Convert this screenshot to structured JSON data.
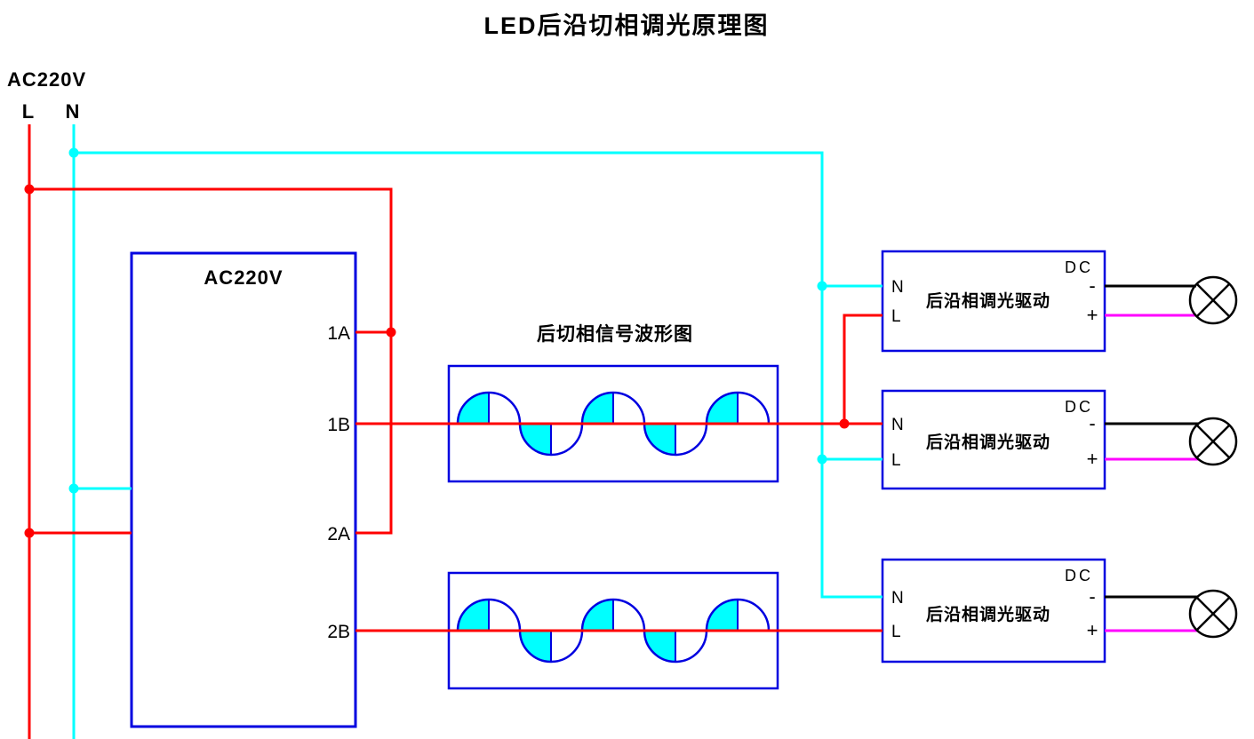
{
  "title": "LED后沿切相调光原理图",
  "source": {
    "label": "AC220V",
    "live": "L",
    "neutral": "N"
  },
  "dimmer": {
    "label": "AC220V",
    "terminals": [
      "1A",
      "1B",
      "2A",
      "2B"
    ]
  },
  "waveform": {
    "title": "后切相信号波形图"
  },
  "drivers": [
    {
      "dc": "DC",
      "n": "N",
      "l": "L",
      "label": "后沿相调光驱动",
      "minus": "-",
      "plus": "+"
    },
    {
      "dc": "DC",
      "n": "N",
      "l": "L",
      "label": "后沿相调光驱动",
      "minus": "-",
      "plus": "+"
    },
    {
      "dc": "DC",
      "n": "N",
      "l": "L",
      "label": "后沿相调光驱动",
      "minus": "-",
      "plus": "+"
    }
  ],
  "colors": {
    "live_wire": "#ff0000",
    "neutral_wire": "#00ffff",
    "dc_plus_wire": "#ff00ff",
    "dc_minus_wire": "#000000",
    "box_border": "#0000e0",
    "waveform_fill": "#00ffff"
  }
}
